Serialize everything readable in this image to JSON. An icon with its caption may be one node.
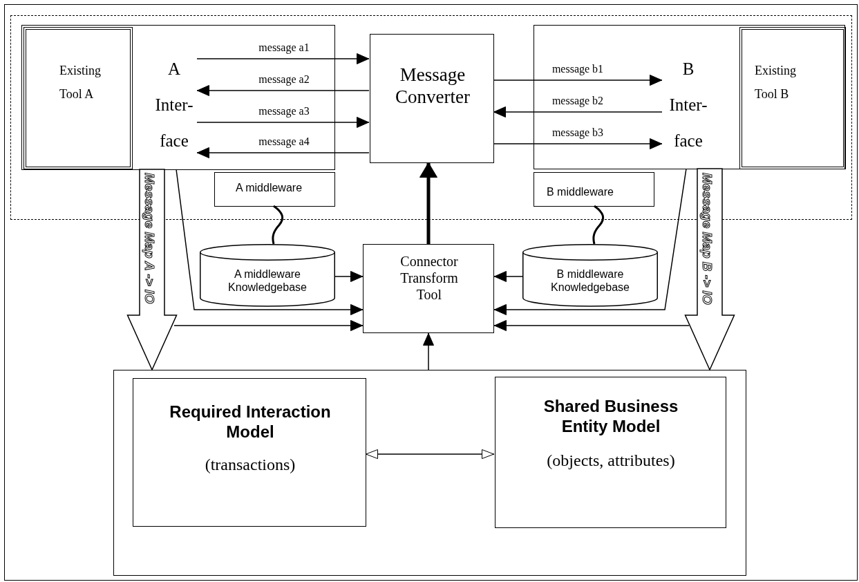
{
  "diagram": {
    "nodes": [
      {
        "text": [],
        "shape": "box"
      },
      {
        "text": [],
        "shape": "box",
        "in": 0
      },
      {
        "text": [
          "Existing Tool A"
        ],
        "in": 1
      },
      {
        "text": [
          "A Inter-face"
        ],
        "in": 1
      },
      {
        "text": [
          "Message Converter"
        ],
        "in": 0
      },
      {
        "text": [],
        "shape": "box",
        "in": 0
      },
      {
        "text": [
          "B Inter-face"
        ],
        "in": 5
      },
      {
        "text": [
          "Existing Tool B"
        ],
        "in": 5
      },
      {
        "text": [
          "A middleware"
        ],
        "in": 0
      },
      {
        "text": [
          "B middleware"
        ],
        "in": 0
      },
      {
        "text": [
          "A middleware Knowledgebase"
        ]
      },
      {
        "text": [
          "Connector Transform Tool"
        ]
      },
      {
        "text": [
          "B middleware Knowledgebase"
        ]
      },
      {
        "text": [],
        "shape": "box"
      },
      {
        "text": [
          "Required Interaction Model",
          "(transactions)"
        ],
        "in": 13
      },
      {
        "text": [
          "Shared Business Entity Model",
          "(objects, attributes)"
        ],
        "in": 13
      }
    ],
    "edges": [
      {
        "from": 3,
        "to": 4,
        "arrow": "to",
        "label": "message a1"
      },
      {
        "from": 4,
        "to": 3,
        "arrow": "to",
        "label": "message a2"
      },
      {
        "from": 3,
        "to": 4,
        "arrow": "to",
        "label": "message a3"
      },
      {
        "from": 4,
        "to": 3,
        "arrow": "to",
        "label": "message a4"
      },
      {
        "from": 4,
        "to": 6,
        "arrow": "to",
        "label": "message b1"
      },
      {
        "from": 6,
        "to": 4,
        "arrow": "to",
        "label": "message b2"
      },
      {
        "from": 4,
        "to": 6,
        "arrow": "to",
        "label": "message b3"
      },
      {
        "from": 8,
        "to": 10,
        "arrow": "none"
      },
      {
        "from": 9,
        "to": 12,
        "arrow": "none"
      },
      {
        "from": 10,
        "to": 11,
        "arrow": "to"
      },
      {
        "from": 12,
        "to": 11,
        "arrow": "to"
      },
      {
        "from": 11,
        "to": 4,
        "arrow": "to",
        "style": "thick"
      },
      {
        "from": 1,
        "to": 11,
        "arrow": "to"
      },
      {
        "from": 1,
        "to": 13,
        "arrow": "to",
        "label": "Message Map A -> IO",
        "style": "thick"
      },
      {
        "from": null,
        "to": 11,
        "arrow": "to"
      },
      {
        "from": 5,
        "to": 11,
        "arrow": "to"
      },
      {
        "from": 5,
        "to": 13,
        "arrow": "to",
        "label": "Message Map B -> IO",
        "style": "thick"
      },
      {
        "from": null,
        "to": 11,
        "arrow": "to"
      },
      {
        "from": 13,
        "to": 11,
        "arrow": "to"
      },
      {
        "from": 14,
        "to": 15,
        "arrow": "both"
      }
    ]
  }
}
